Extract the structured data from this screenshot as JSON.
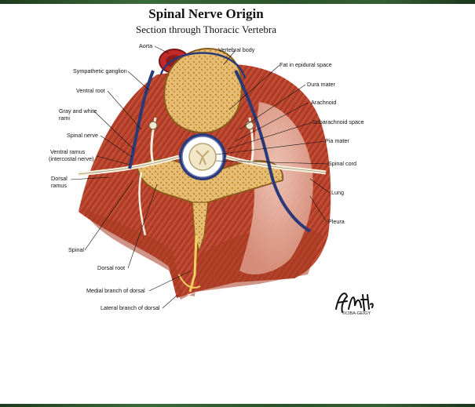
{
  "title": "Spinal Nerve Origin",
  "subtitle": "Section through Thoracic Vertebra",
  "labels": {
    "aorta": "Aorta",
    "vertebral_body": "Vertebral body",
    "sympathetic_ganglion": "Sympathetic ganglion",
    "fat_epidural": "Fat in epidural space",
    "ventral_root": "Ventral root",
    "dura_mater": "Dura mater",
    "arachnoid": "Arachnoid",
    "gray_white_rami_1": "Gray and white",
    "gray_white_rami_2": "rami",
    "subarachnoid_space": "Subarachnoid space",
    "spinal_nerve": "Spinal nerve",
    "pia_mater": "Pia mater",
    "ventral_ramus_1": "Ventral ramus",
    "ventral_ramus_2": "(intercostal nerve)",
    "spinal_cord": "Spinal cord",
    "dorsal_ramus_1": "Dorsal",
    "dorsal_ramus_2": "ramus",
    "lung": "Lung",
    "pleura": "Pleura",
    "spinal": "Spinal",
    "dorsal_root": "Dorsal root",
    "medial_branch": "Medial branch of dorsal",
    "lateral_branch": "Lateral branch of dorsal"
  },
  "signature": "F. Netter",
  "copyright": "©CIBA-GEIGY",
  "colors": {
    "muscle": "#b8432c",
    "bone": "#e8c27a",
    "vessel": "#2a3a78",
    "lung": "#e9b7a6"
  }
}
